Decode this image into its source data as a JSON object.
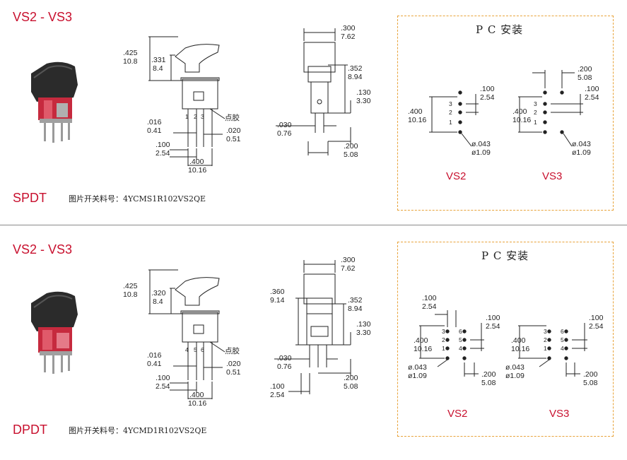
{
  "colors": {
    "accent": "#c8102e",
    "dash_border": "#e8a33a",
    "divider": "#8a8a8a",
    "rocker": "#2b2b2b",
    "housing": "#d9344a"
  },
  "sections": [
    {
      "series": "VS2 - VS3",
      "type": "SPDT",
      "part_no": "图片开关料号：4YCMS1R102VS2QE",
      "side": {
        "height_425": ".425",
        "height_108": "10.8",
        "actuator_331": ".331",
        "actuator_84": "8.4",
        "pins": [
          "1",
          "2",
          "3"
        ],
        "glue": "点胶",
        "d016": ".016",
        "d041": "0.41",
        "d020": ".020",
        "d051": "0.51",
        "d100": ".100",
        "d254": "2.54",
        "d400": ".400",
        "d1016": "10.16"
      },
      "front": {
        "d300": ".300",
        "d762": "7.62",
        "d352": ".352",
        "d894": "8.94",
        "d130": ".130",
        "d330": "3.30",
        "d030": ".030",
        "d076": "0.76",
        "d200": ".200",
        "d508": "5.08"
      },
      "pc": {
        "title": "P C 安装",
        "vs2": {
          "label": "VS2",
          "d100": ".100",
          "d254": "2.54",
          "d400": ".400",
          "d1016": "10.16",
          "d043": "ø.043",
          "d109": "ø1.09",
          "pins": [
            "3",
            "2",
            "1"
          ]
        },
        "vs3": {
          "label": "VS3",
          "d200": ".200",
          "d508": "5.08",
          "d100": ".100",
          "d254": "2.54",
          "d400": ".400",
          "d1016": "10.16",
          "d043": "ø.043",
          "d109": "ø1.09",
          "pins": [
            "3",
            "2",
            "1"
          ]
        }
      }
    },
    {
      "series": "VS2 - VS3",
      "type": "DPDT",
      "part_no": "图片开关料号：4YCMD1R102VS2QE",
      "side": {
        "height_425": ".425",
        "height_108": "10.8",
        "actuator_320": ".320",
        "actuator_84": "8.4",
        "pins": [
          "4",
          "5",
          "6"
        ],
        "glue": "点胶",
        "d016": ".016",
        "d041": "0.41",
        "d020": ".020",
        "d051": "0.51",
        "d100": ".100",
        "d254": "2.54",
        "d400": ".400",
        "d1016": "10.16"
      },
      "front": {
        "d300": ".300",
        "d762": "7.62",
        "d360": ".360",
        "d914": "9.14",
        "d352": ".352",
        "d894": "8.94",
        "d130": ".130",
        "d330": "3.30",
        "d030": ".030",
        "d076": "0.76",
        "d200": ".200",
        "d508": "5.08",
        "d100": ".100",
        "d254": "2.54"
      },
      "pc": {
        "title": "P C 安装",
        "vs2": {
          "label": "VS2",
          "d100t": ".100",
          "d254t": "2.54",
          "d100": ".100",
          "d254": "2.54",
          "d400": ".400",
          "d1016": "10.16",
          "d043": "ø.043",
          "d109": "ø1.09",
          "d200": ".200",
          "d508": "5.08",
          "pins_l": [
            "3",
            "2",
            "1"
          ],
          "pins_r": [
            "6",
            "5",
            "4"
          ]
        },
        "vs3": {
          "label": "VS3",
          "d100": ".100",
          "d254": "2.54",
          "d400": ".400",
          "d1016": "10.16",
          "d043": "ø.043",
          "d109": "ø1.09",
          "d200": ".200",
          "d508": "5.08",
          "pins_l": [
            "3",
            "2",
            "1"
          ],
          "pins_r": [
            "6",
            "5",
            "4"
          ]
        }
      }
    }
  ]
}
